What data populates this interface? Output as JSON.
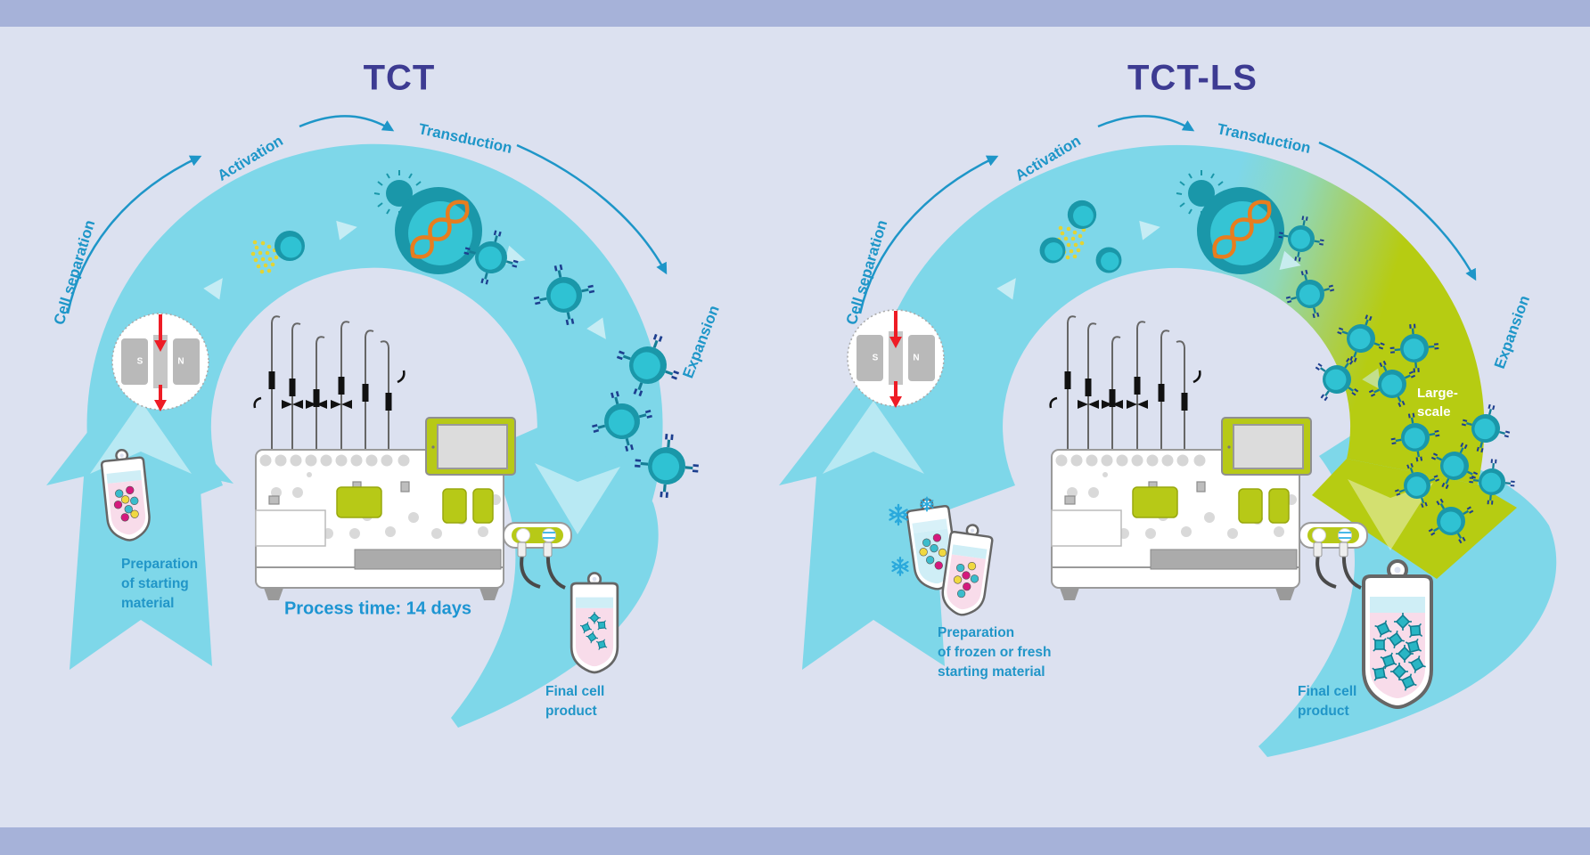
{
  "colors": {
    "background": "#dce1f0",
    "bar_periwinkle": "#a6b2d9",
    "band_cyan": "#7ed7e9",
    "large_scale_green": "#b6cc12",
    "title_indigo": "#3d3b92",
    "label_blue": "#1e96c8",
    "cell_teal_dark": "#1a97a9",
    "cell_teal_light": "#2fc2d3",
    "dna_orange": "#e87d1e",
    "bead_yellow": "#e3d434",
    "magnet_red": "#ee1c25",
    "machine_green": "#b7c917",
    "bag_pink": "#f8dcea",
    "bag_blue": "#cfeef6"
  },
  "panels": [
    {
      "title": "TCT",
      "stage_cell_separation": "Cell separation",
      "stage_activation": "Activation",
      "stage_transduction": "Transduction",
      "stage_expansion": "Expansion",
      "process_time": "Process time: 14 days",
      "prep_line1": "Preparation",
      "prep_line2": "of starting",
      "prep_line3": "material",
      "final_line1": "Final cell",
      "final_line2": "product",
      "magnet_s": "S",
      "magnet_n": "N"
    },
    {
      "title": "TCT-LS",
      "stage_cell_separation": "Cell separation",
      "stage_activation": "Activation",
      "stage_transduction": "Transduction",
      "stage_expansion": "Expansion",
      "prep_line1": "Preparation",
      "prep_line2": "of frozen or fresh",
      "prep_line3": "starting material",
      "final_line1": "Final cell",
      "final_line2": "product",
      "large_scale_line1": "Large-",
      "large_scale_line2": "scale",
      "magnet_s": "S",
      "magnet_n": "N"
    }
  ]
}
